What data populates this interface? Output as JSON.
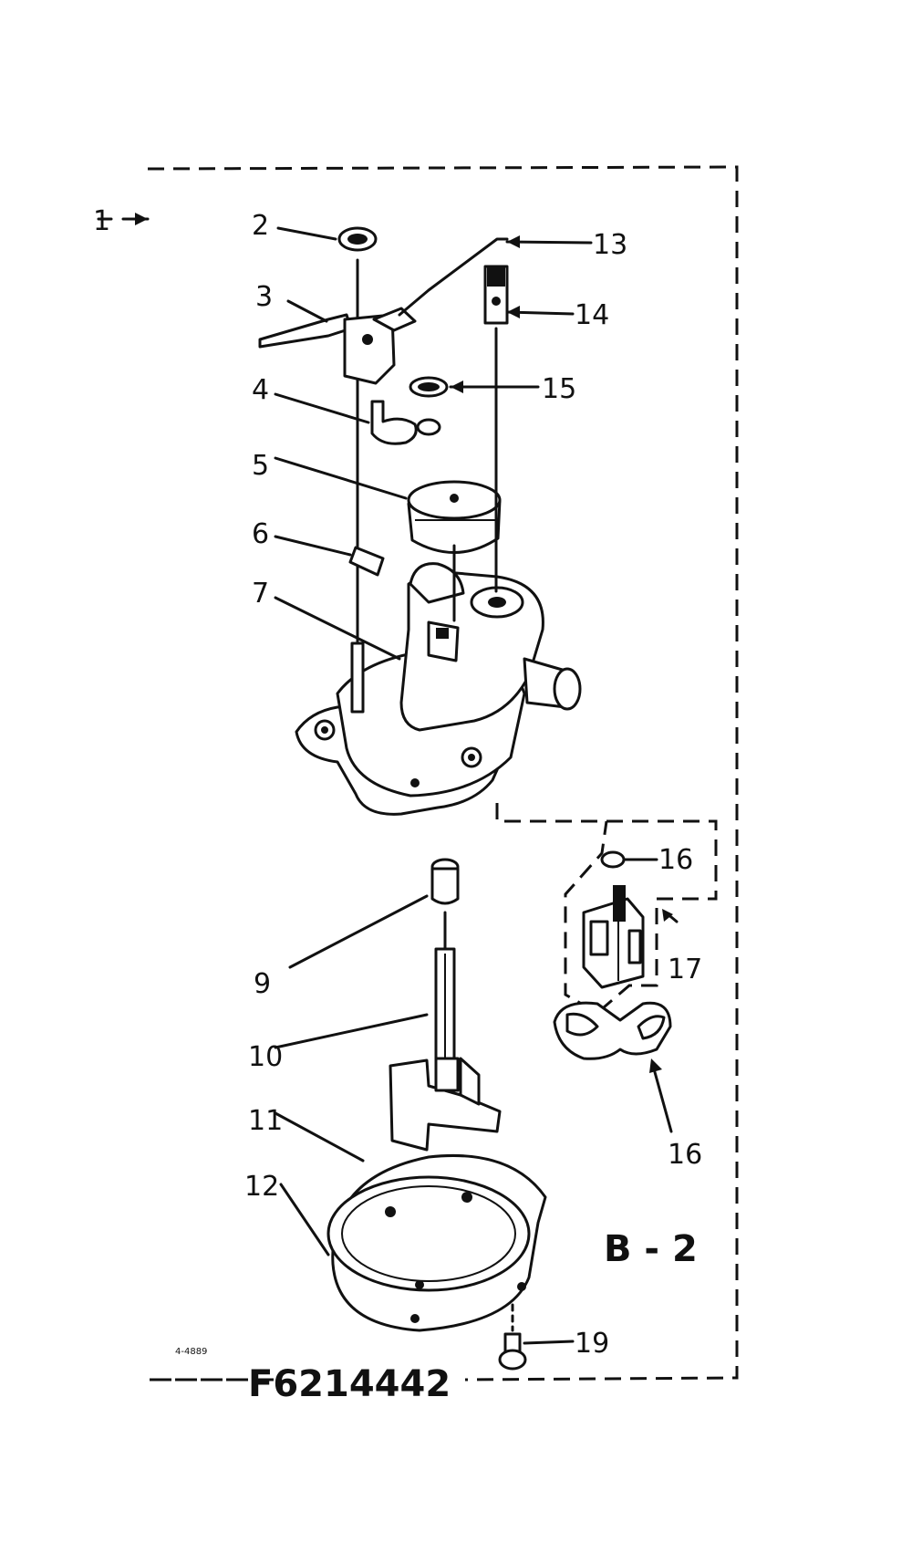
{
  "labels": {
    "l1": "1",
    "l2": "2",
    "l3": "3",
    "l4": "4",
    "l5": "5",
    "l6": "6",
    "l7": "7",
    "l9": "9",
    "l10": "10",
    "l11": "11",
    "l12": "12",
    "l13": "13",
    "l14": "14",
    "l15": "15",
    "l16a": "16",
    "l16b": "16",
    "l17": "17",
    "l19": "19"
  },
  "section": "B - 2",
  "part_number": "F6214442",
  "drawing_code": "4-4889"
}
